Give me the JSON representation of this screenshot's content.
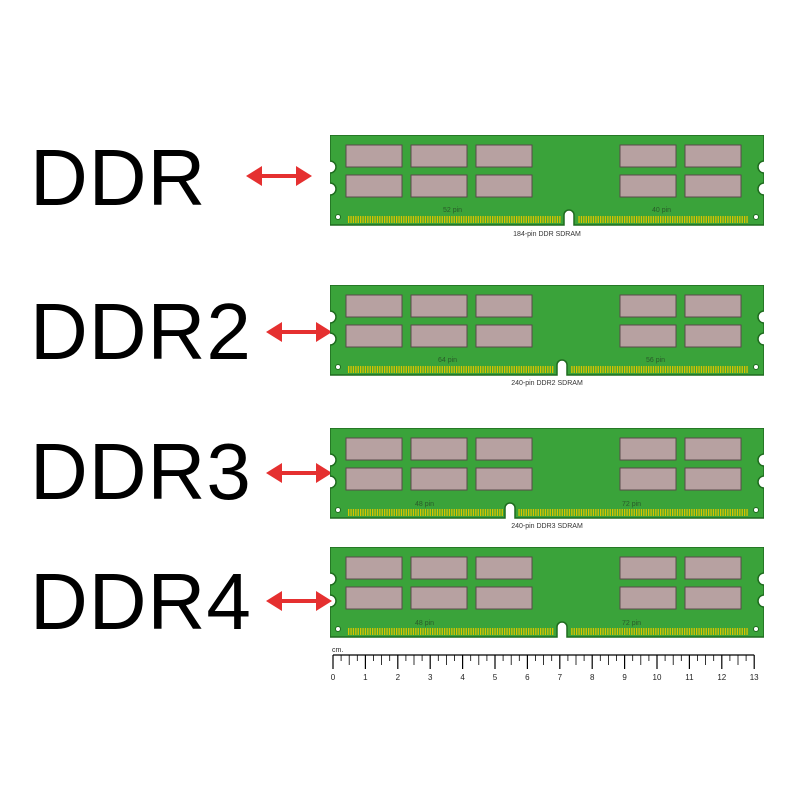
{
  "modules": [
    {
      "label": "DDR",
      "caption": "184-pin DDR SDRAM",
      "left_pins": "52 pin",
      "right_pins": "40 pin"
    },
    {
      "label": "DDR2",
      "caption": "240-pin DDR2 SDRAM",
      "left_pins": "64 pin",
      "right_pins": "56 pin"
    },
    {
      "label": "DDR3",
      "caption": "240-pin DDR3 SDRAM",
      "left_pins": "48 pin",
      "right_pins": "72 pin"
    },
    {
      "label": "DDR4",
      "caption": "",
      "left_pins": "48 pin",
      "right_pins": "72 pin"
    }
  ],
  "ruler": {
    "unit": "cm.",
    "ticks": [
      "0",
      "1",
      "2",
      "3",
      "4",
      "5",
      "6",
      "7",
      "8",
      "9",
      "10",
      "11",
      "12",
      "13"
    ]
  },
  "colors": {
    "pcb": "#3aa33a",
    "pcb_edge": "#1f6b1f",
    "chip": "#b7a1a1",
    "chip_edge": "#5a4a4a",
    "pins": "#d8c400",
    "arrow": "#e53030"
  }
}
